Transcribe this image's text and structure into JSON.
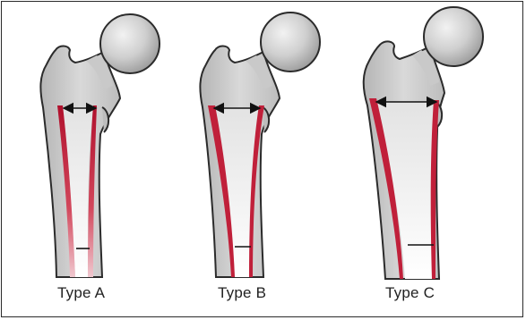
{
  "figures": [
    {
      "label": "Type A"
    },
    {
      "label": "Type B"
    },
    {
      "label": "Type C"
    }
  ],
  "colors": {
    "bone": "#cbcbcb",
    "bone_edge": "#2b2b2b",
    "canal_light": "#ffffff",
    "cortex_red": "#c0203a",
    "cortex_pink": "#f3c9cf"
  }
}
